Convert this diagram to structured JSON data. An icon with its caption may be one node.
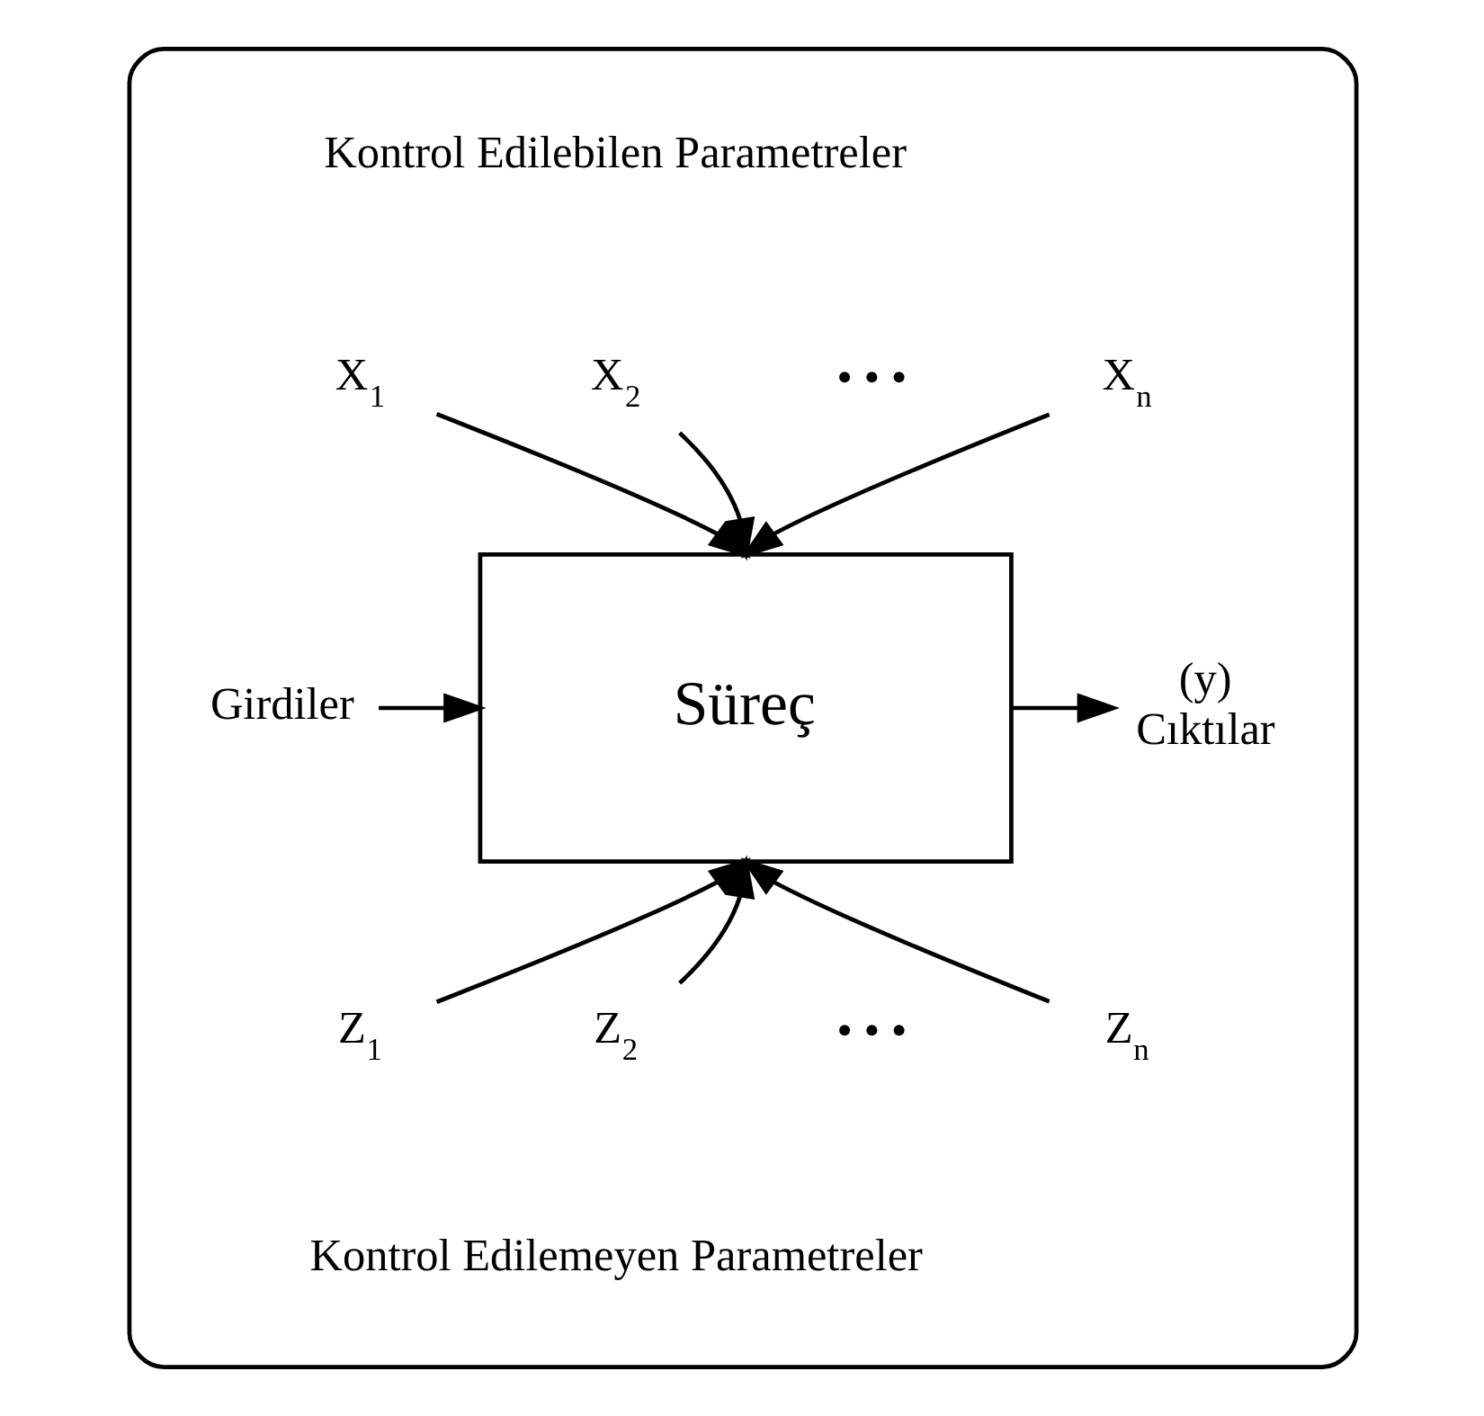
{
  "diagram": {
    "nodes": [
      {
        "text": [],
        "shape": "box"
      },
      {
        "text": [
          "Süreç"
        ],
        "in": 0
      },
      {
        "text": [
          "X$_{1}$"
        ],
        "in": 0
      },
      {
        "text": [
          "X$_{2}$"
        ],
        "in": 0
      },
      {
        "text": [
          "X$_{n}$"
        ],
        "in": 0
      },
      {
        "text": [
          "Z$_{1}$"
        ],
        "in": 0
      },
      {
        "text": [
          "Z$_{2}$"
        ],
        "in": 0
      },
      {
        "text": [
          "Z$_{n}$"
        ],
        "in": 0
      },
      {
        "text": [
          "Girdiler"
        ],
        "in": 0
      },
      {
        "text": [
          "(y)",
          "Cıktılar"
        ],
        "in": 0
      }
    ],
    "edges": [
      {
        "from": 2,
        "to": 1,
        "arrow": "to"
      },
      {
        "from": 3,
        "to": 1,
        "arrow": "to"
      },
      {
        "from": 4,
        "to": 1,
        "arrow": "to"
      },
      {
        "from": 5,
        "to": 1,
        "arrow": "to"
      },
      {
        "from": 6,
        "to": 1,
        "arrow": "to"
      },
      {
        "from": 7,
        "to": 1,
        "arrow": "to"
      },
      {
        "from": 8,
        "to": 1,
        "arrow": "to"
      },
      {
        "from": 1,
        "to": 9,
        "arrow": "to"
      }
    ],
    "labels": [
      "Kontrol Edilebilen Parametreler",
      "• • •",
      "• • •",
      "Kontrol Edilemeyen Parametreler"
    ]
  }
}
